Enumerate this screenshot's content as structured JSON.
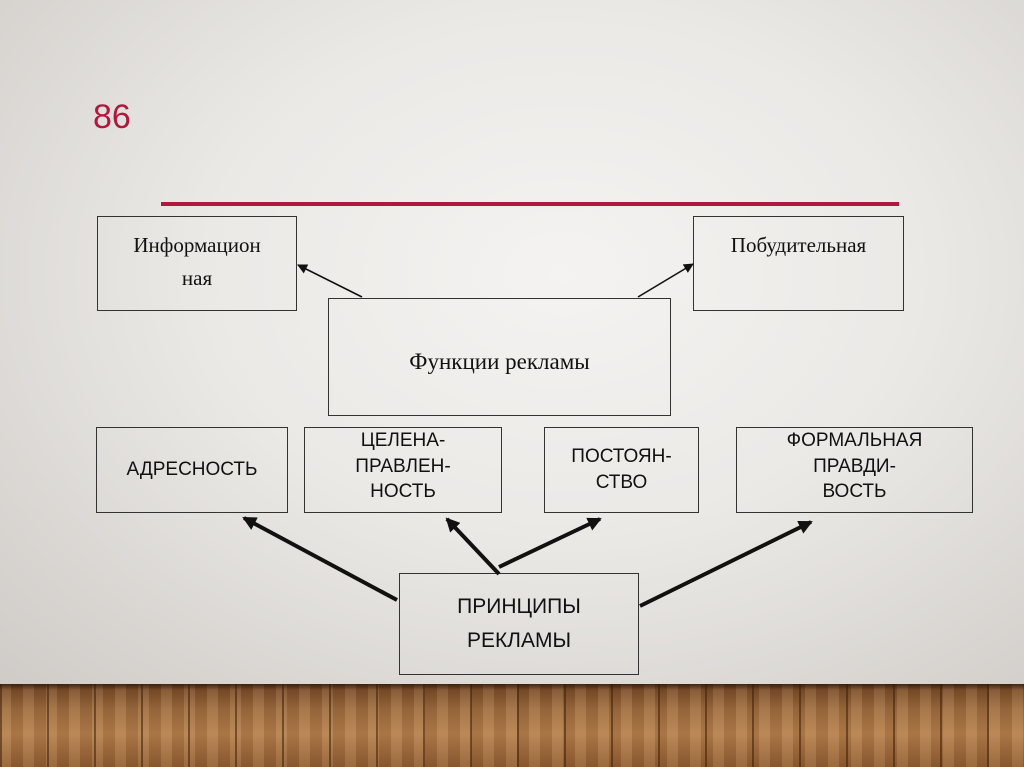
{
  "slide": {
    "number": "86"
  },
  "functions": {
    "center": "Функции рекламы",
    "left": "Информацион\nная",
    "right": "Побудительная"
  },
  "principles": {
    "center": "ПРИНЦИПЫ\nРЕКЛАМЫ",
    "items": [
      "АДРЕСНОСТЬ",
      "ЦЕЛЕНА-\nПРАВЛЕН-\nНОСТЬ",
      "ПОСТОЯН-\nСТВО",
      "ФОРМАЛЬНАЯ\nПРАВДИ-\nВОСТЬ"
    ]
  },
  "colors": {
    "accent": "#b0193e",
    "border": "#333333"
  }
}
